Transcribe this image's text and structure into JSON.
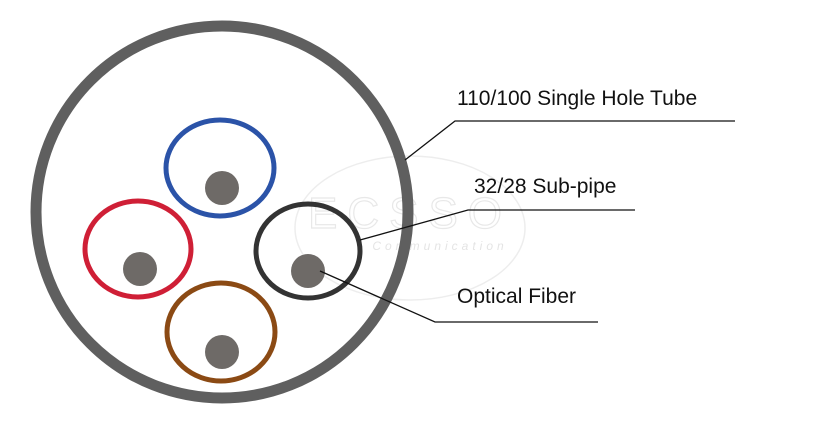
{
  "labels": {
    "tube": "110/100 Single Hole Tube",
    "subpipe": "32/28 Sub-pipe",
    "fiber": "Optical Fiber"
  },
  "watermark": {
    "brand": "ECSSO",
    "tagline": "Communication"
  },
  "colors": {
    "outer_tube": "#5f5f5f",
    "subpipe_blue": "#2b53a8",
    "subpipe_red": "#cf1f36",
    "subpipe_brown": "#8b4a14",
    "subpipe_black": "#333333",
    "fiber": "#6e6a67",
    "leader_line": "#111111"
  }
}
